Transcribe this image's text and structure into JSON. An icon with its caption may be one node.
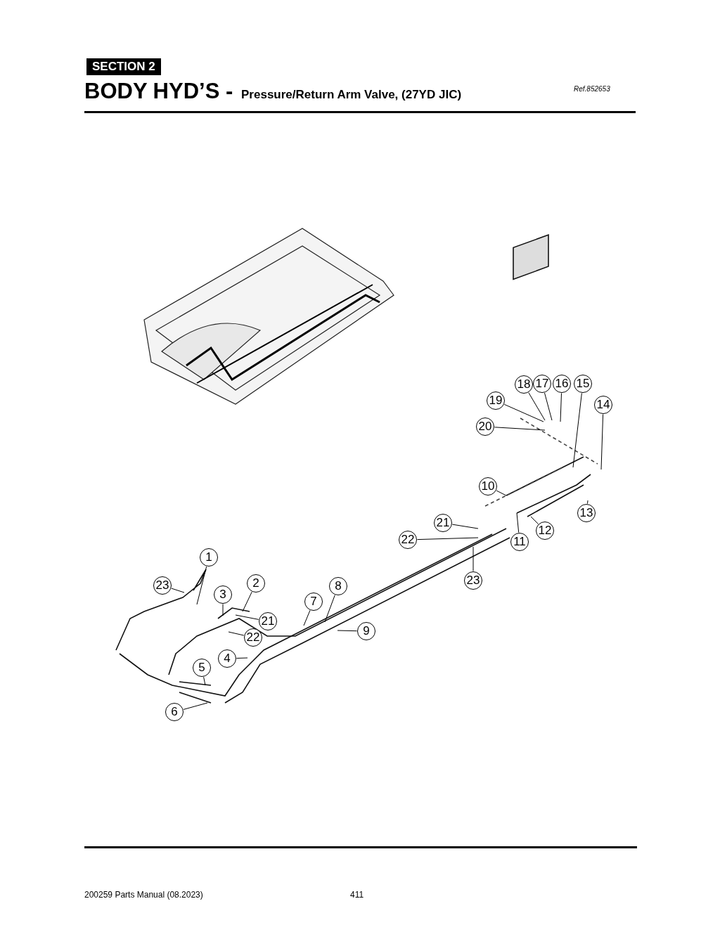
{
  "diagram": {
    "title": "**BODY HYD’S -** Pressure/Return Arm Valve, (27YD JIC)",
    "nodes": [
      {
        "text": [
          "18"
        ]
      },
      {
        "text": [
          "17"
        ]
      },
      {
        "text": [
          "16"
        ]
      },
      {
        "text": [
          "15"
        ]
      },
      {
        "text": [
          "19"
        ]
      },
      {
        "text": [
          "14"
        ]
      },
      {
        "text": [
          "20"
        ]
      },
      {
        "text": [
          "10"
        ]
      },
      {
        "text": [
          "13"
        ]
      },
      {
        "text": [
          "21"
        ]
      },
      {
        "text": [
          "12"
        ]
      },
      {
        "text": [
          "22"
        ]
      },
      {
        "text": [
          "11"
        ]
      },
      {
        "text": [
          "1"
        ]
      },
      {
        "text": [
          "23"
        ]
      },
      {
        "text": [
          "23"
        ]
      },
      {
        "text": [
          "2"
        ]
      },
      {
        "text": [
          "8"
        ]
      },
      {
        "text": [
          "3"
        ]
      },
      {
        "text": [
          "7"
        ]
      },
      {
        "text": [
          "21"
        ]
      },
      {
        "text": [
          "9"
        ]
      },
      {
        "text": [
          "22"
        ]
      },
      {
        "text": [
          "4"
        ]
      },
      {
        "text": [
          "5"
        ]
      },
      {
        "text": [
          "6"
        ]
      }
    ],
    "edges": [
      {
        "from": 0,
        "to": null,
        "arrow": "none"
      },
      {
        "from": 1,
        "to": null,
        "arrow": "none"
      },
      {
        "from": 2,
        "to": null,
        "arrow": "none"
      },
      {
        "from": 3,
        "to": null,
        "arrow": "none"
      },
      {
        "from": 4,
        "to": null,
        "arrow": "none"
      },
      {
        "from": 5,
        "to": null,
        "arrow": "none"
      },
      {
        "from": 6,
        "to": null,
        "arrow": "none"
      },
      {
        "from": 7,
        "to": null,
        "arrow": "none"
      },
      {
        "from": 8,
        "to": null,
        "arrow": "none"
      },
      {
        "from": 9,
        "to": null,
        "arrow": "none"
      },
      {
        "from": 10,
        "to": null,
        "arrow": "none"
      },
      {
        "from": 11,
        "to": null,
        "arrow": "none"
      },
      {
        "from": 12,
        "to": null,
        "arrow": "none"
      },
      {
        "from": 13,
        "to": null,
        "arrow": "none"
      },
      {
        "from": 14,
        "to": null,
        "arrow": "none"
      },
      {
        "from": 15,
        "to": null,
        "arrow": "none"
      },
      {
        "from": 16,
        "to": null,
        "arrow": "none"
      },
      {
        "from": 17,
        "to": null,
        "arrow": "none"
      },
      {
        "from": 18,
        "to": null,
        "arrow": "none"
      },
      {
        "from": 19,
        "to": null,
        "arrow": "none"
      },
      {
        "from": 20,
        "to": null,
        "arrow": "none"
      },
      {
        "from": 21,
        "to": null,
        "arrow": "none"
      },
      {
        "from": 22,
        "to": null,
        "arrow": "none"
      },
      {
        "from": 23,
        "to": null,
        "arrow": "none"
      },
      {
        "from": 24,
        "to": null,
        "arrow": "none"
      },
      {
        "from": 25,
        "to": null,
        "arrow": "none"
      }
    ],
    "labels": [
      "SECTION 2",
      "Ref.852653",
      "200259 Parts Manual (08.2023)",
      "411"
    ]
  }
}
